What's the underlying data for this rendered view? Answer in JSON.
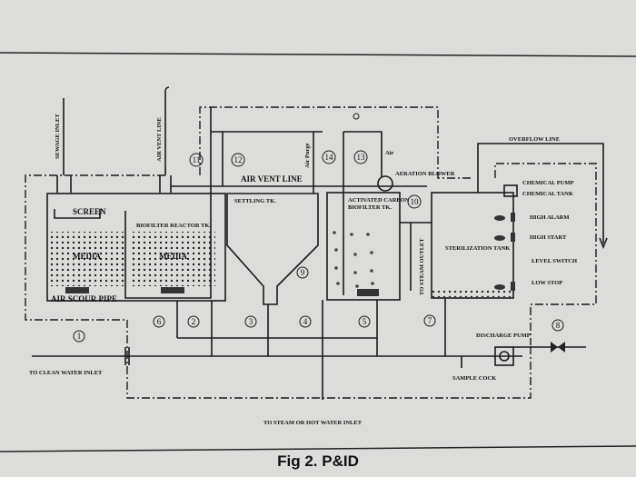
{
  "caption": "Fig 2. P&ID",
  "labels": {
    "sewage_inlet": "SEWAGE INLET",
    "air_vent_line_vertical": "AIR VENT LINE",
    "air_vent_line": "AIR VENT LINE",
    "screen": "SCREEN",
    "biofilter_reactor": "BIOFILTER REACTOR TK.",
    "media_1": "MEDIA",
    "media_2": "MEDIA",
    "air_scour_pipe": "AIR SCOUR PIPE",
    "settling_tank": "SETTLING TK.",
    "air_purge": "Air Purge",
    "air": "Air",
    "aeration_blower": "AERATION BLOWER",
    "activated_carbon": "ACTIVATED CARBON",
    "activated_carbon_2": "BIOFILTER TK.",
    "steam_outlet": "TO STEAM OUTLET",
    "overflow_line": "OVERFLOW LINE",
    "chemical_pump": "CHEMICAL PUMP",
    "chemical_tank": "CHEMICAL TANK",
    "high_alarm": "HIGH ALARM",
    "high_start": "HIGH START",
    "level_switch": "LEVEL SWITCH",
    "low_stop": "LOW STOP",
    "sterilization_tank": "STERILIZATION TANK",
    "discharge_pump": "DISCHARGE PUMP",
    "sample_cock": "SAMPLE COCK",
    "clean_water_inlet": "TO CLEAN WATER INLET",
    "steam_inlet": "TO STEAM OR HOT WATER INLET"
  },
  "valves": [
    "1",
    "2",
    "3",
    "4",
    "5",
    "6",
    "7",
    "8",
    "9",
    "10",
    "11",
    "12",
    "13",
    "14"
  ]
}
